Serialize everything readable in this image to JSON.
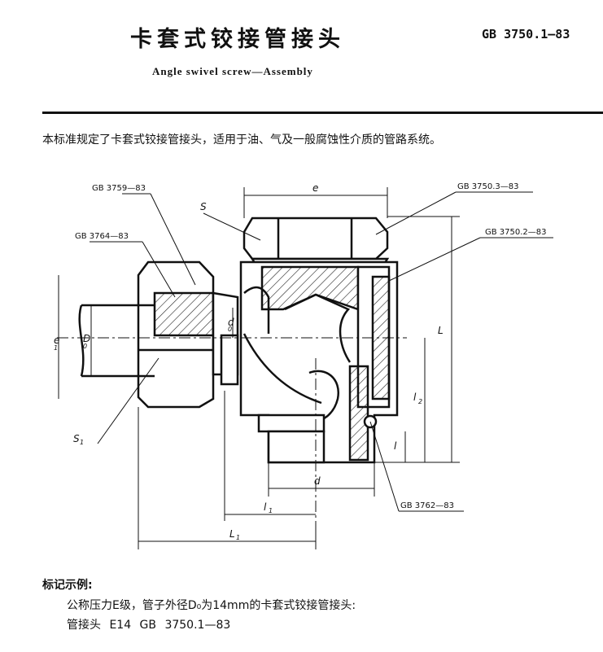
{
  "header": {
    "title_cn": "卡套式铰接管接头",
    "title_en": "Angle swivel screw—Assembly",
    "standard_no": "GB 3750.1—83"
  },
  "intro": "本标准规定了卡套式铰接管接头，适用于油、气及一般腐蚀性介质的管路系统。",
  "drawing": {
    "callouts": {
      "gb_3759": "GB 3759—83",
      "gb_3764": "GB 3764—83",
      "gb_3750_3": "GB 3750.3—83",
      "gb_3750_2": "GB 3750.2—83",
      "gb_3762": "GB 3762—83"
    },
    "dims": {
      "e": "e",
      "S": "S",
      "S1": "S",
      "S1_sub": "1",
      "e1": "e",
      "e1_sub": "1",
      "D0": "D",
      "D0_sub": "0",
      "d0": "d",
      "d0_sub": "0",
      "L": "L",
      "l2": "l",
      "l2_sub": "2",
      "l": "l",
      "d": "d",
      "l1": "l",
      "l1_sub": "1",
      "L1": "L",
      "L1_sub": "1"
    }
  },
  "example": {
    "heading": "标记示例:",
    "description": "公称压力E级，管子外径D₀为14mm的卡套式铰接管接头:",
    "marking": "管接头 E14 GB 3750.1—83"
  }
}
